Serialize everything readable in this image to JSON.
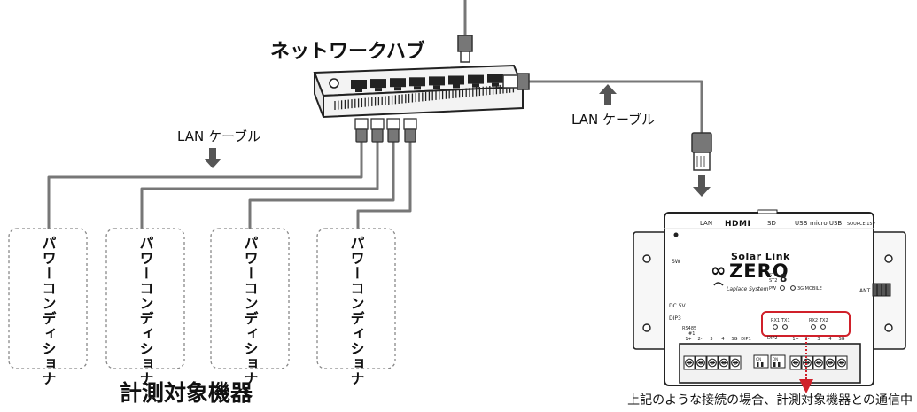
{
  "hub": {
    "title": "ネットワークハブ"
  },
  "cables": {
    "left_label": "LAN ケーブル",
    "right_label": "LAN ケーブル"
  },
  "devices": {
    "inverters": [
      {
        "label": "パワーコンディショナ"
      },
      {
        "label": "パワーコンディショナ"
      },
      {
        "label": "パワーコンディショナ"
      },
      {
        "label": "パワーコンディショナ"
      }
    ],
    "group_label": "計測対象機器"
  },
  "logger": {
    "port_lan": "LAN",
    "port_hdmi": "HDMI",
    "port_sd": "SD",
    "port_usb": "USB",
    "port_micro_usb": "micro USB",
    "port_power": "SOURCE 15V",
    "sw": "SW",
    "dc": "DC 5V",
    "dip": "DIP3",
    "ant": "ANT",
    "brand_top": "Solar Link",
    "brand_main": "ZERO",
    "maker": "Laplace System",
    "st1": "ST1",
    "st2": "ST2",
    "pw": "PW",
    "mobile": "3G MOBILE",
    "rx1": "RX1",
    "tx1": "TX1",
    "rx2": "RX2",
    "tx2": "TX2",
    "rs485": "RS485",
    "ch1": "#1",
    "ch2": "DIP2",
    "sw_label": "ON",
    "terminals_left": [
      "1+",
      "2-",
      "3",
      "4",
      "SG",
      "DIP1"
    ],
    "terminals_right": [
      "1+",
      "2-",
      "3",
      "4",
      "SG"
    ]
  },
  "caption": "上記のような接続の場合、計測対象機器との通信中"
}
